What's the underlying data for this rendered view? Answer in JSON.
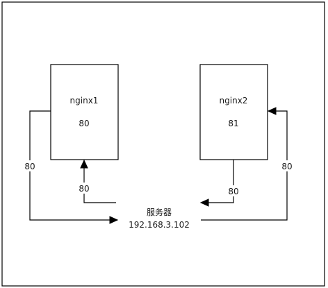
{
  "nodes": {
    "nginx1": {
      "name": "nginx1",
      "port": "80"
    },
    "nginx2": {
      "name": "nginx2",
      "port": "81"
    },
    "server": {
      "name": "服务器",
      "ip": "192.168.3.102"
    }
  },
  "edges": {
    "outer_left_port": "80",
    "inner_left_port": "80",
    "inner_right_port": "80",
    "outer_right_port": "80"
  }
}
